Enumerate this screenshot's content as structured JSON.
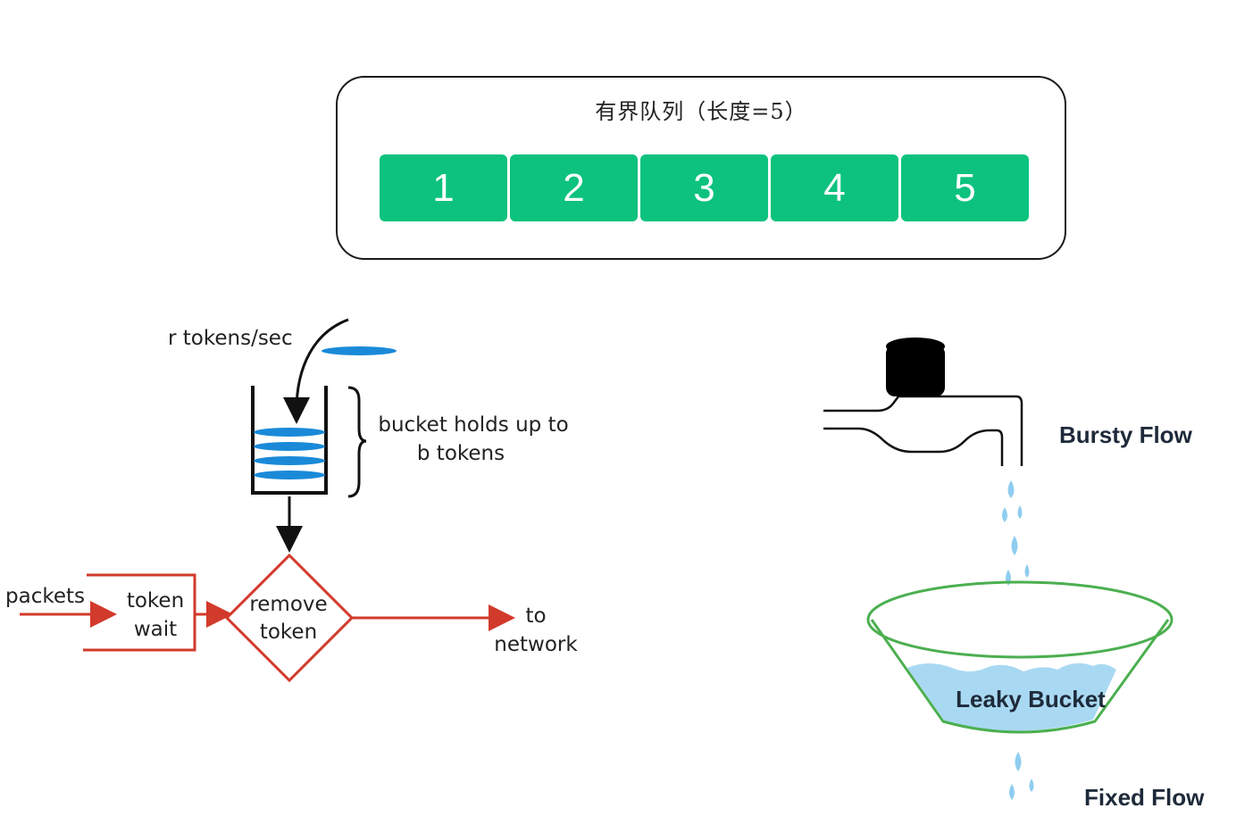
{
  "bounded_queue": {
    "title": "有界队列（长度=5）",
    "cells": [
      "1",
      "2",
      "3",
      "4",
      "5"
    ],
    "cell_color": "#0dc27e"
  },
  "token_bucket": {
    "rate_label": "r tokens/sec",
    "bucket_label_line1": "bucket holds up to",
    "bucket_label_line2": "b tokens",
    "packets_label": "packets",
    "wait_label_line1": "token",
    "wait_label_line2": "wait",
    "remove_label_line1": "remove",
    "remove_label_line2": "token",
    "output_label_line1": "to",
    "output_label_line2": "network",
    "token_color": "#1a8ad8",
    "flow_color": "#d23a2b"
  },
  "leaky_bucket": {
    "input_label": "Bursty Flow",
    "bucket_label": "Leaky Bucket",
    "output_label": "Fixed Flow",
    "water_color": "#a9d9f2",
    "rim_color": "#4caf50"
  }
}
